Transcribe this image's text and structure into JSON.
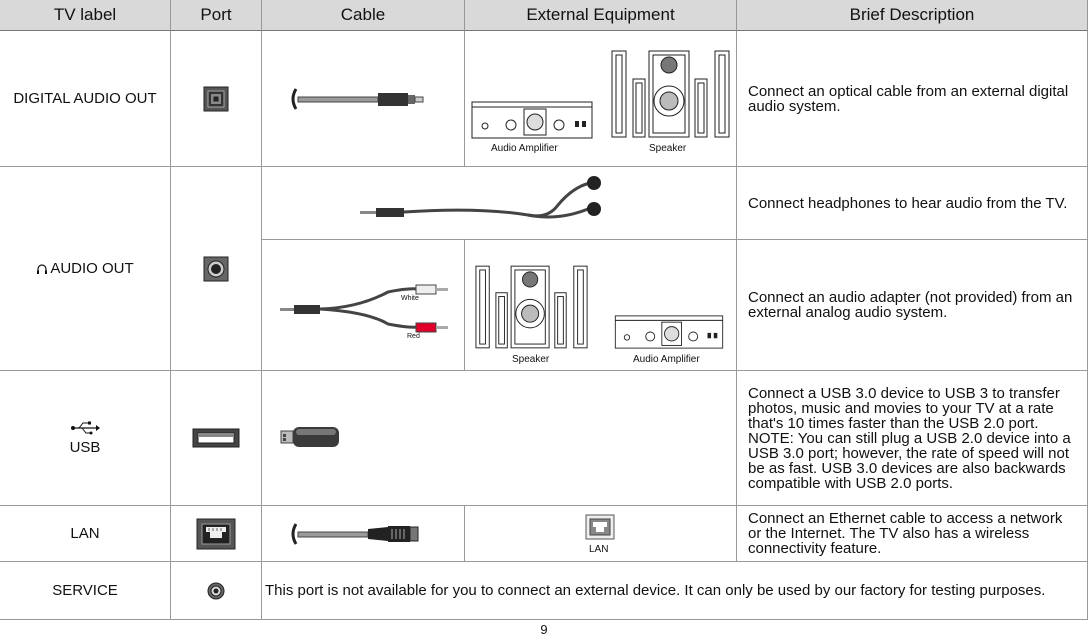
{
  "headers": [
    "TV label",
    "Port",
    "Cable",
    "External Equipment",
    "Brief Description"
  ],
  "rows": {
    "digital": {
      "label": "DIGITAL AUDIO OUT",
      "equip_caps": [
        "Audio Amplifier",
        "Speaker"
      ],
      "desc": "Connect an optical cable from an external digital audio system."
    },
    "audio": {
      "label": "AUDIO OUT",
      "headphone_desc": "Connect headphones to hear audio from the TV.",
      "cable_tags": [
        "White",
        "Red"
      ],
      "equip_caps": [
        "Speaker",
        "Audio Amplifier"
      ],
      "adapter_desc": "Connect an audio adapter (not provided) from an external analog audio system."
    },
    "usb": {
      "label": "USB",
      "desc": "Connect a USB 3.0 device to USB 3 to transfer photos, music and movies to your TV at a rate that's 10 times faster than the USB 2.0 port. NOTE: You can still plug a USB 2.0 device into a USB 3.0 port; however, the rate of speed will not be as fast. USB 3.0 devices are also backwards compatible with USB 2.0 ports."
    },
    "lan": {
      "label": "LAN",
      "equip_cap": "LAN",
      "desc": "Connect an Ethernet cable to access a network or the Internet. The TV also has a wireless connectivity feature."
    },
    "service": {
      "label": "SERVICE",
      "desc": "This port is not available for you to connect an external device. It can only be used by our factory for testing purposes."
    }
  },
  "page_number": "9",
  "icons": [
    "optical-port-icon",
    "headphone-icon",
    "audio-jack-icon",
    "usb-symbol-icon",
    "usb-port-icon",
    "usb-drive-icon",
    "lan-port-icon",
    "service-port-icon"
  ]
}
